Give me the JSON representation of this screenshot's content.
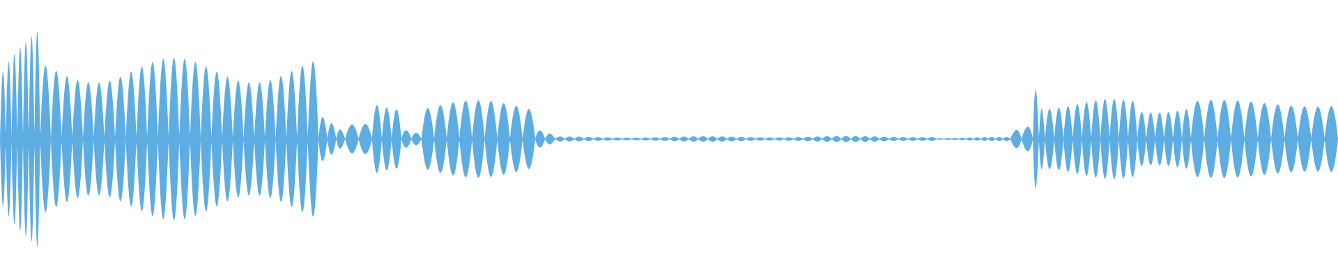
{
  "waveform": {
    "color": "#5dade2",
    "background": "#ffffff",
    "segments": [
      {
        "start": 0.0,
        "end": 0.03,
        "amp": [
          0.45,
          0.88
        ],
        "cycles": 7,
        "style": "attack"
      },
      {
        "start": 0.03,
        "end": 0.238,
        "amp": [
          0.55,
          0.55
        ],
        "cycles": 26,
        "style": "sustain",
        "ampVariation": 0.1
      },
      {
        "start": 0.238,
        "end": 0.258,
        "amp": [
          0.2,
          0.05
        ],
        "cycles": 3,
        "style": "decay"
      },
      {
        "start": 0.258,
        "end": 0.278,
        "amp": [
          0.08,
          0.1
        ],
        "cycles": 2,
        "style": "sustain",
        "ampVariation": 0.03
      },
      {
        "start": 0.278,
        "end": 0.3,
        "amp": [
          0.28,
          0.28
        ],
        "cycles": 3,
        "style": "sustain",
        "ampVariation": 0.05
      },
      {
        "start": 0.3,
        "end": 0.315,
        "amp": [
          0.08,
          0.04
        ],
        "cycles": 2,
        "style": "decay"
      },
      {
        "start": 0.315,
        "end": 0.4,
        "amp": [
          0.25,
          0.25
        ],
        "cycles": 9,
        "style": "sustain",
        "ampVariation": 0.06
      },
      {
        "start": 0.4,
        "end": 0.415,
        "amp": [
          0.08,
          0.03
        ],
        "cycles": 2,
        "style": "decay"
      },
      {
        "start": 0.415,
        "end": 0.7,
        "amp": [
          0.015,
          0.02
        ],
        "cycles": 40,
        "style": "sustain",
        "ampVariation": 0.005
      },
      {
        "start": 0.7,
        "end": 0.755,
        "amp": [
          0.008,
          0.015
        ],
        "cycles": 10,
        "style": "sustain",
        "ampVariation": 0.003
      },
      {
        "start": 0.755,
        "end": 0.772,
        "amp": [
          0.05,
          0.12
        ],
        "cycles": 2,
        "style": "sustain",
        "ampVariation": 0.02
      },
      {
        "start": 0.772,
        "end": 0.781,
        "amp": [
          0.55,
          0.18
        ],
        "cycles": 2,
        "style": "attack"
      },
      {
        "start": 0.781,
        "end": 0.85,
        "amp": [
          0.28,
          0.28
        ],
        "cycles": 10,
        "style": "sustain",
        "ampVariation": 0.04
      },
      {
        "start": 0.85,
        "end": 0.89,
        "amp": [
          0.24,
          0.24
        ],
        "cycles": 6,
        "style": "sustain",
        "ampVariation": 0.03
      },
      {
        "start": 0.89,
        "end": 1.0,
        "amp": [
          0.28,
          0.29
        ],
        "cycles": 11,
        "style": "sustain",
        "ampVariation": 0.03
      }
    ]
  }
}
